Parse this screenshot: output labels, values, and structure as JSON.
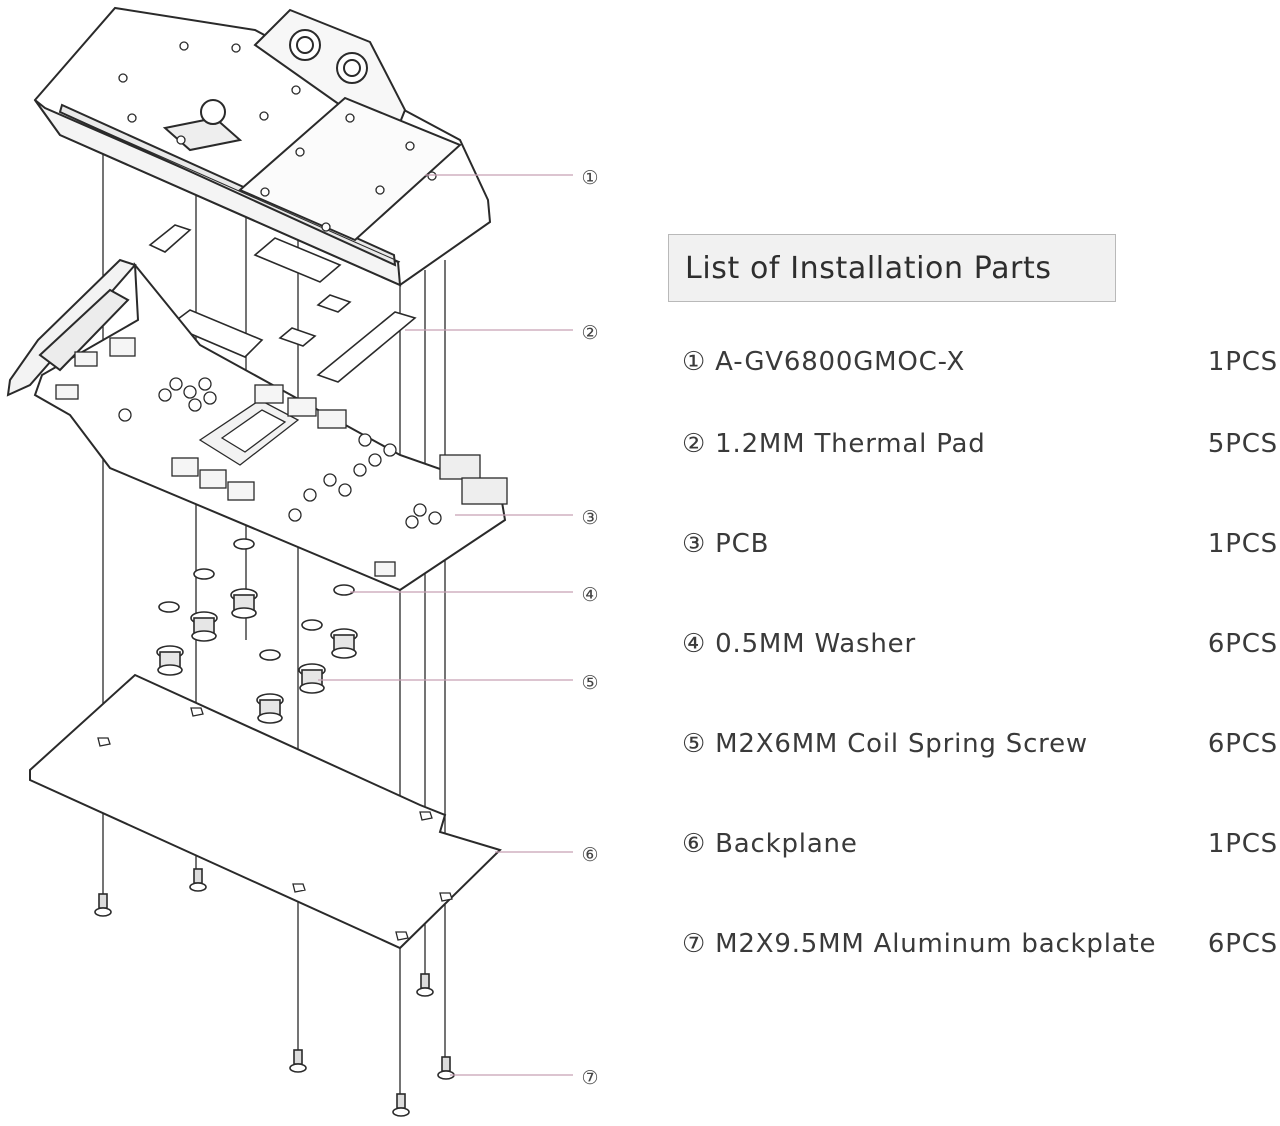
{
  "callouts": [
    "①",
    "②",
    "③",
    "④",
    "⑤",
    "⑥",
    "⑦"
  ],
  "parts_header": "List of Installation Parts",
  "parts": [
    {
      "name": "① A-GV6800GMOC-X",
      "qty": "1PCS"
    },
    {
      "name": "② 1.2MM Thermal Pad",
      "qty": "5PCS"
    },
    {
      "name": "③ PCB",
      "qty": "1PCS"
    },
    {
      "name": "④ 0.5MM Washer",
      "qty": "6PCS"
    },
    {
      "name": "⑤ M2X6MM Coil Spring Screw",
      "qty": "6PCS"
    },
    {
      "name": "⑥ Backplane",
      "qty": "1PCS"
    },
    {
      "name": "⑦ M2X9.5MM Aluminum backplate",
      "qty": "6PCS"
    }
  ],
  "colors": {
    "leader": "#c8a0b4",
    "line": "#2a2a2a"
  }
}
